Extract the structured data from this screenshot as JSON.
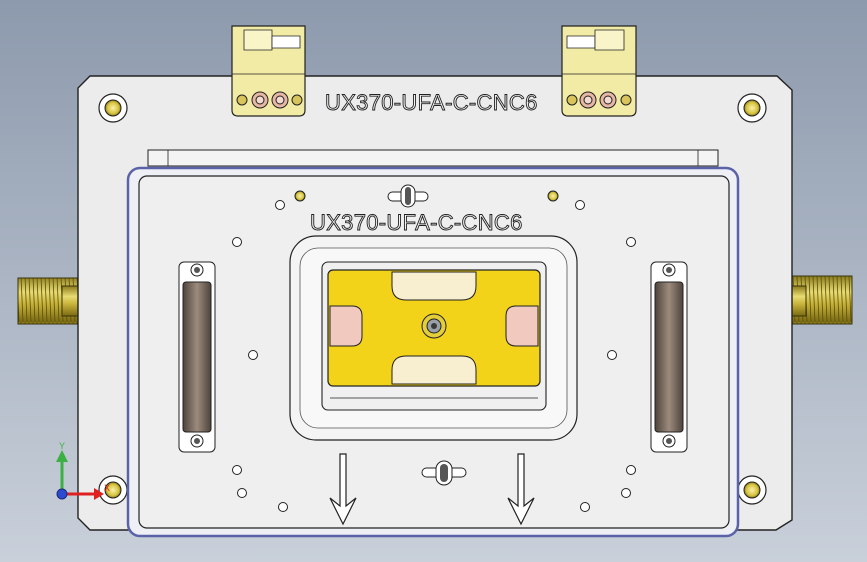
{
  "part_label_top": "UX370-UFA-C-CNC6",
  "part_label_plate": "UX370-UFA-C-CNC6",
  "axis": {
    "y": "Y",
    "x": "X"
  },
  "colors": {
    "background_top": "#8d9aad",
    "background_bottom": "#c9d0da",
    "plate": "#efefef",
    "edge": "#222222",
    "brass": "#d4c04a",
    "nest_yellow": "#f3d21a",
    "pad_pink": "#f1c9bf",
    "handle": "#7a6a5e",
    "axis_y": "#3cb043",
    "axis_x": "#e02020",
    "axis_z": "#2d4bd1"
  }
}
